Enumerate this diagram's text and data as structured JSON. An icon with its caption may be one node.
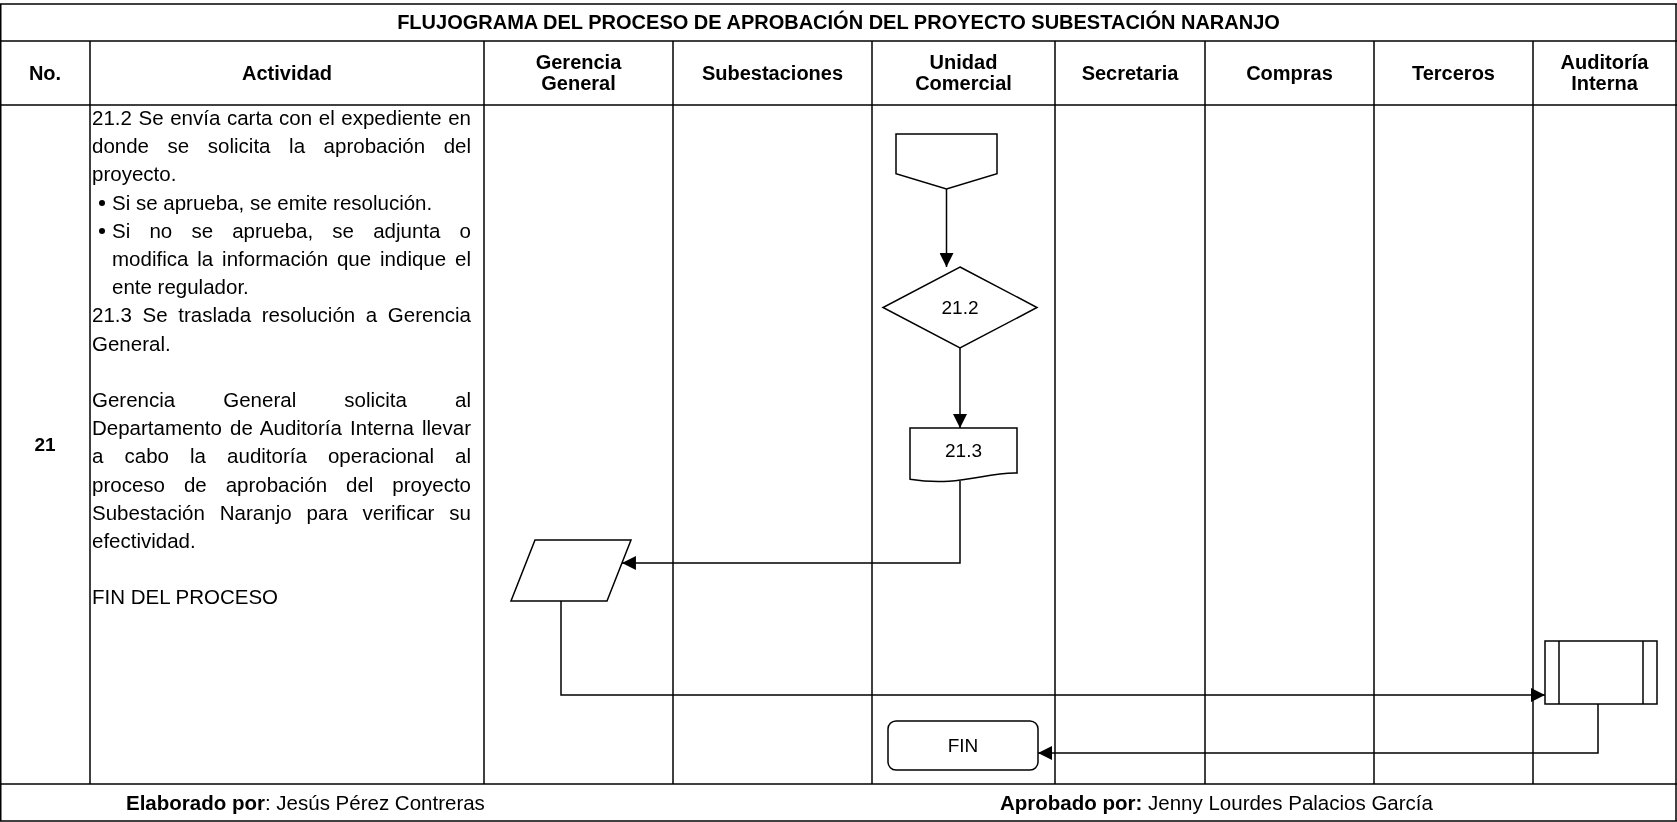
{
  "diagram": {
    "title": "FLUJOGRAMA DEL PROCESO DE APROBACIÓN DEL PROYECTO SUBESTACIÓN NARANJO",
    "nodes": [
      {
        "text": [],
        "shape": "pentagon"
      },
      {
        "text": [
          "21.2"
        ]
      },
      {
        "text": [
          "21.3"
        ]
      },
      {
        "text": [],
        "shape": "parallelogram"
      },
      {
        "text": [],
        "shape": "box"
      },
      {
        "text": [
          "FIN"
        ]
      }
    ],
    "edges": [
      {
        "from": 0,
        "to": 1,
        "arrow": "to"
      },
      {
        "from": 1,
        "to": 2,
        "arrow": "to"
      },
      {
        "from": 2,
        "to": 3,
        "arrow": "to"
      },
      {
        "from": 3,
        "to": 4,
        "arrow": "to"
      },
      {
        "from": 4,
        "to": 5,
        "arrow": "to"
      }
    ],
    "labels": [
      "No.",
      "Actividad",
      "Gerencia General",
      "Subestaciones",
      "Unidad Comercial",
      "Secretaria",
      "Compras",
      "Terceros",
      "Auditoría Interna",
      "21",
      "21.2 Se envía carta con el expediente en donde se solicita la aprobación del proyecto.",
      "Si se aprueba, se emite resolución.",
      "Si no se aprueba, se adjunta o modifica la información que indique el ente regulador.",
      "21.3 Se traslada resolución a Gerencia General.",
      "Gerencia General solicita al Departamento de Auditoría Interna llevar a cabo la auditoría operacional al proceso de aprobación del proyecto Subestación Naranjo para verificar su efectividad.",
      "FIN DEL PROCESO",
      "**Elaborado por**: Jesús Pérez Contreras",
      "**Aprobado por:** Jenny Lourdes Palacios García"
    ]
  }
}
